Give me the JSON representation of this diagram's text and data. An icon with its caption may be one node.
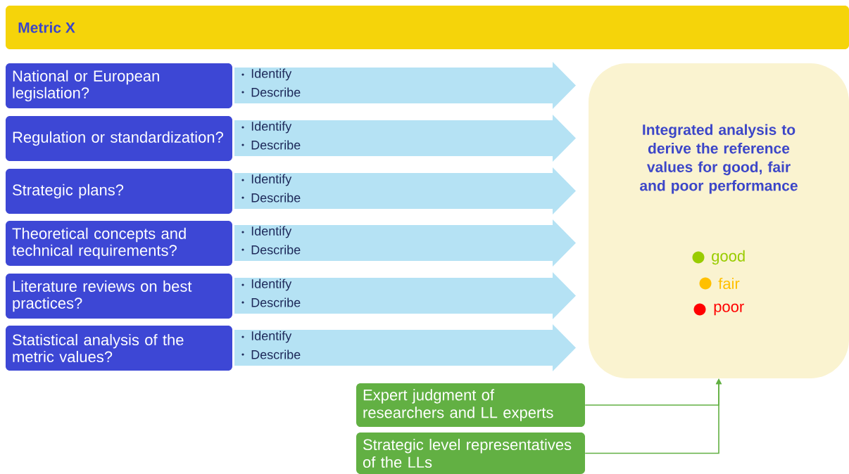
{
  "diagram": {
    "nodes": [
      {
        "text": [
          "Metric X"
        ]
      },
      {
        "text": [
          "National or European legislation?"
        ]
      },
      {
        "text": [
          "Regulation or standardization?"
        ]
      },
      {
        "text": [
          "Strategic plans?"
        ]
      },
      {
        "text": [
          "Theoretical concepts and technical requirements?"
        ]
      },
      {
        "text": [
          "Literature reviews on best practices?"
        ]
      },
      {
        "text": [
          "Statistical analysis of the metric values?"
        ]
      },
      {
        "text": [
          "Identify",
          "Describe"
        ]
      },
      {
        "text": [
          "Identify",
          "Describe"
        ]
      },
      {
        "text": [
          "Identify",
          "Describe"
        ]
      },
      {
        "text": [
          "Identify",
          "Describe"
        ]
      },
      {
        "text": [
          "Identify",
          "Describe"
        ]
      },
      {
        "text": [
          "Identify",
          "Describe"
        ]
      },
      {
        "text": [
          "Integrated analysis to derive the reference values for good, fair and poor performance"
        ]
      },
      {
        "text": [
          "Expert judgment of researchers and LL experts"
        ]
      },
      {
        "text": [
          "Strategic level representatives of the LLs"
        ]
      }
    ],
    "edges": [
      {
        "from": 14,
        "to": 13,
        "arrow": "to"
      },
      {
        "from": 15,
        "to": 13,
        "arrow": "to"
      }
    ],
    "legend": [
      {
        "text": "good",
        "color": "#99cc00"
      },
      {
        "text": "fair",
        "color": "#ffc000"
      },
      {
        "text": "poor",
        "color": "#ff0000"
      }
    ]
  }
}
